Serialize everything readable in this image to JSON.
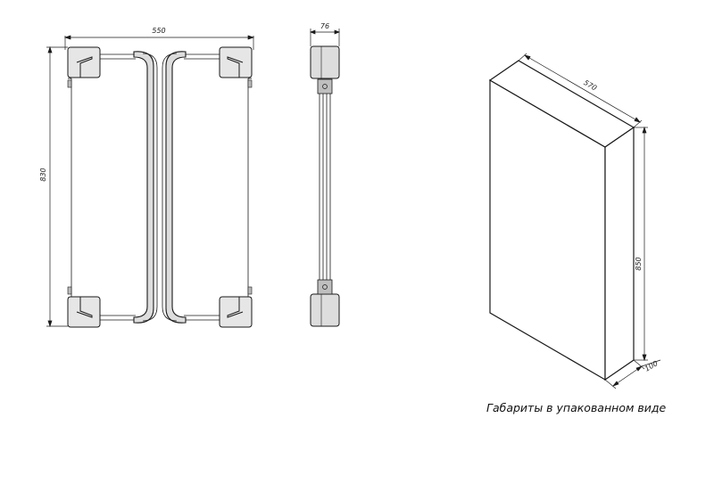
{
  "front_view": {
    "width_label": "550",
    "height_label": "830"
  },
  "side_view": {
    "depth_label": "76"
  },
  "package_view": {
    "length_label": "570",
    "height_label": "850",
    "depth_label": "100",
    "caption": "Габариты в упакованном виде"
  },
  "colors": {
    "line": "#1a1a1a",
    "face": "#ffffff",
    "handle_fill": "#d9d9d9",
    "corner_fill": "#cccccc"
  }
}
